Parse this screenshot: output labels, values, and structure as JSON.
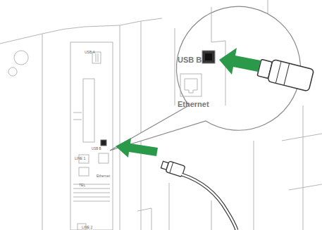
{
  "diagram": {
    "labels": [
      "USB A",
      "LINE 1",
      "USB B",
      "TEL",
      "Ethernet",
      "LINE 2",
      "USB B",
      "Ethernet"
    ]
  }
}
